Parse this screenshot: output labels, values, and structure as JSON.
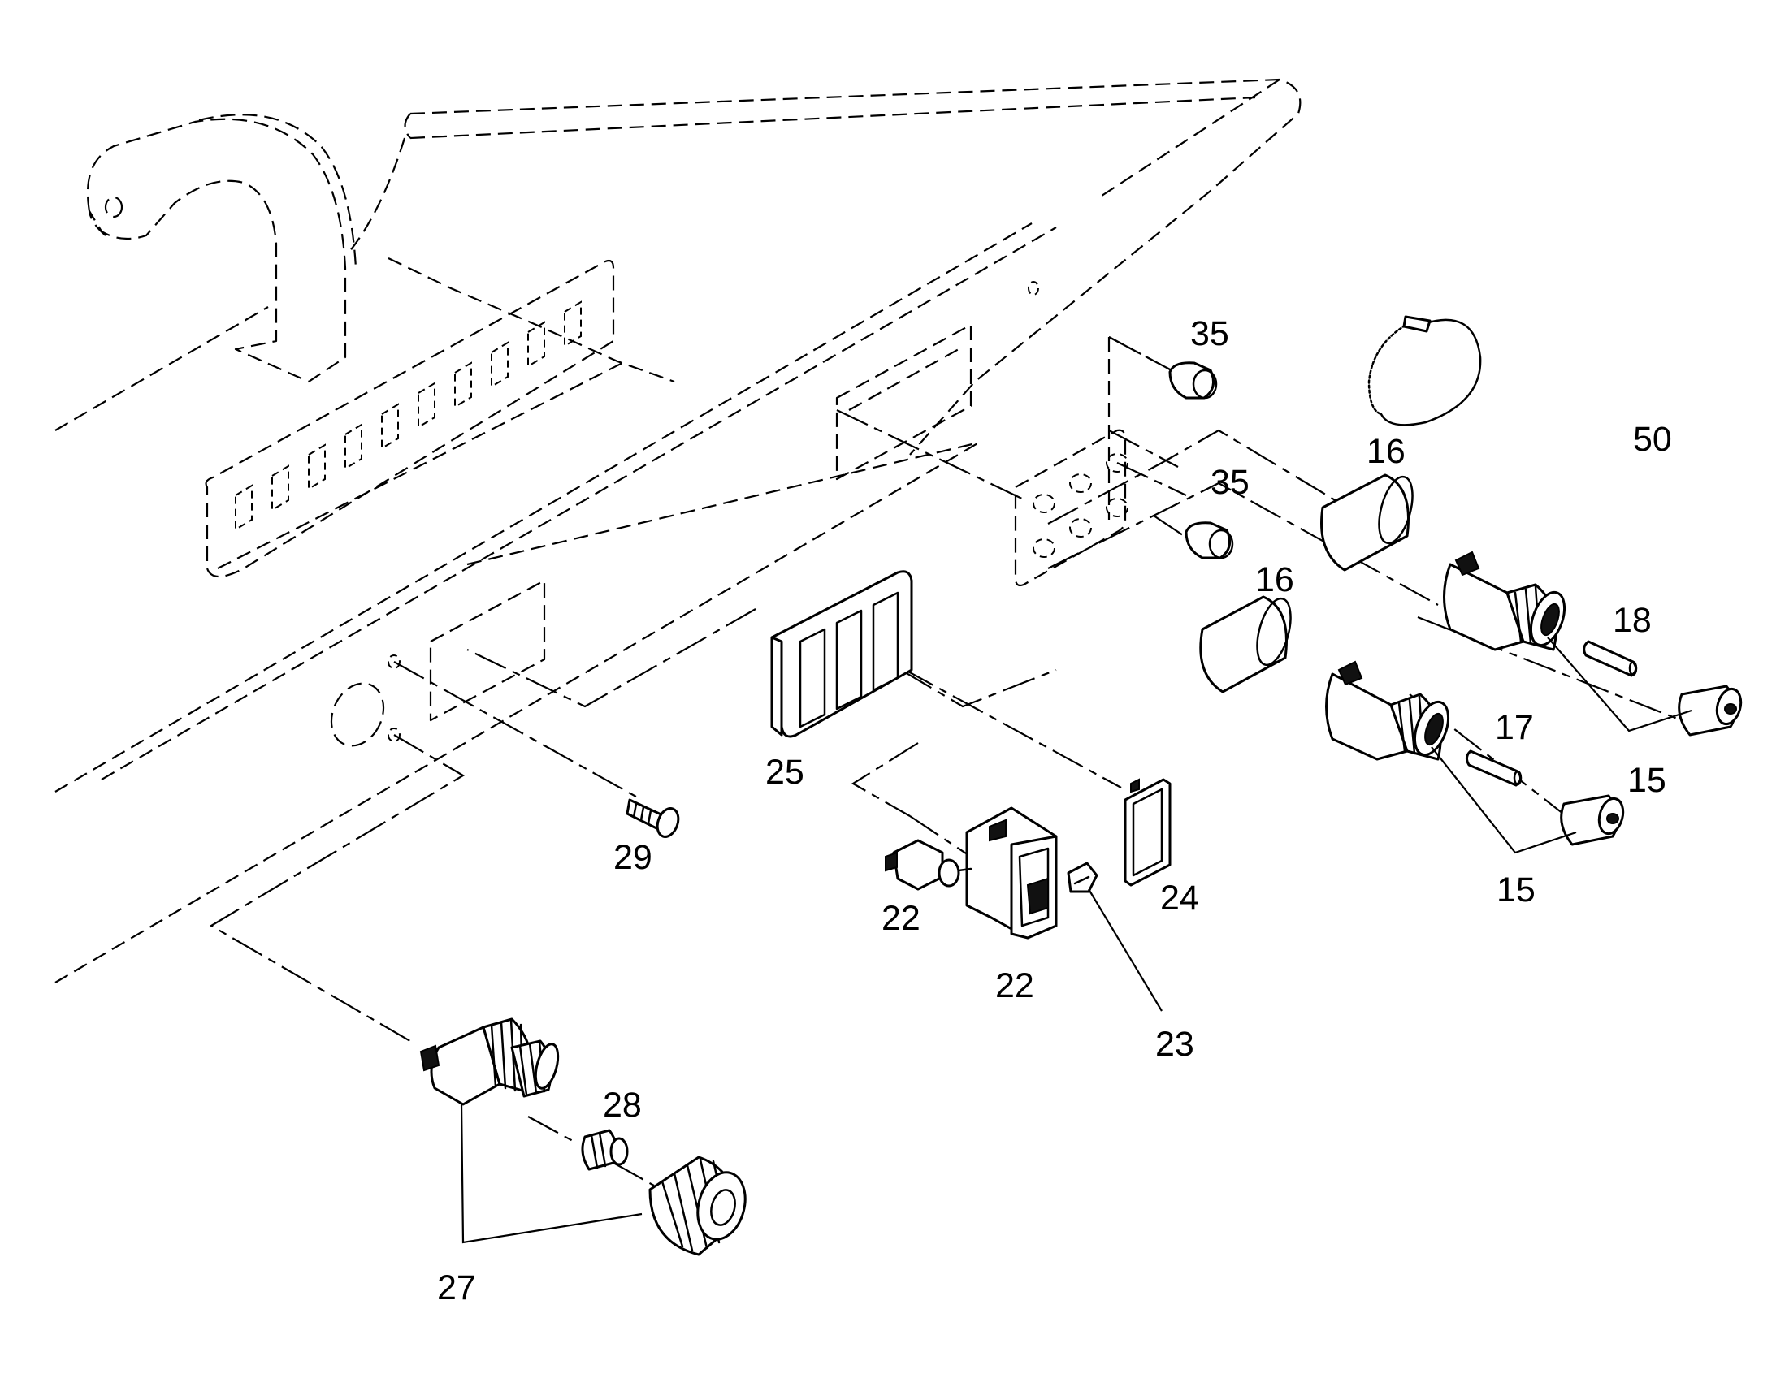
{
  "callouts": [
    {
      "id": "35a",
      "text": "35"
    },
    {
      "id": "35b",
      "text": "35"
    },
    {
      "id": "16a",
      "text": "16"
    },
    {
      "id": "16b",
      "text": "16"
    },
    {
      "id": "50",
      "text": "50"
    },
    {
      "id": "18",
      "text": "18"
    },
    {
      "id": "17",
      "text": "17"
    },
    {
      "id": "15a",
      "text": "15"
    },
    {
      "id": "15b",
      "text": "15"
    },
    {
      "id": "25",
      "text": "25"
    },
    {
      "id": "24",
      "text": "24"
    },
    {
      "id": "29",
      "text": "29"
    },
    {
      "id": "22a",
      "text": "22"
    },
    {
      "id": "22b",
      "text": "22"
    },
    {
      "id": "23",
      "text": "23"
    },
    {
      "id": "28",
      "text": "28"
    },
    {
      "id": "27",
      "text": "27"
    }
  ]
}
